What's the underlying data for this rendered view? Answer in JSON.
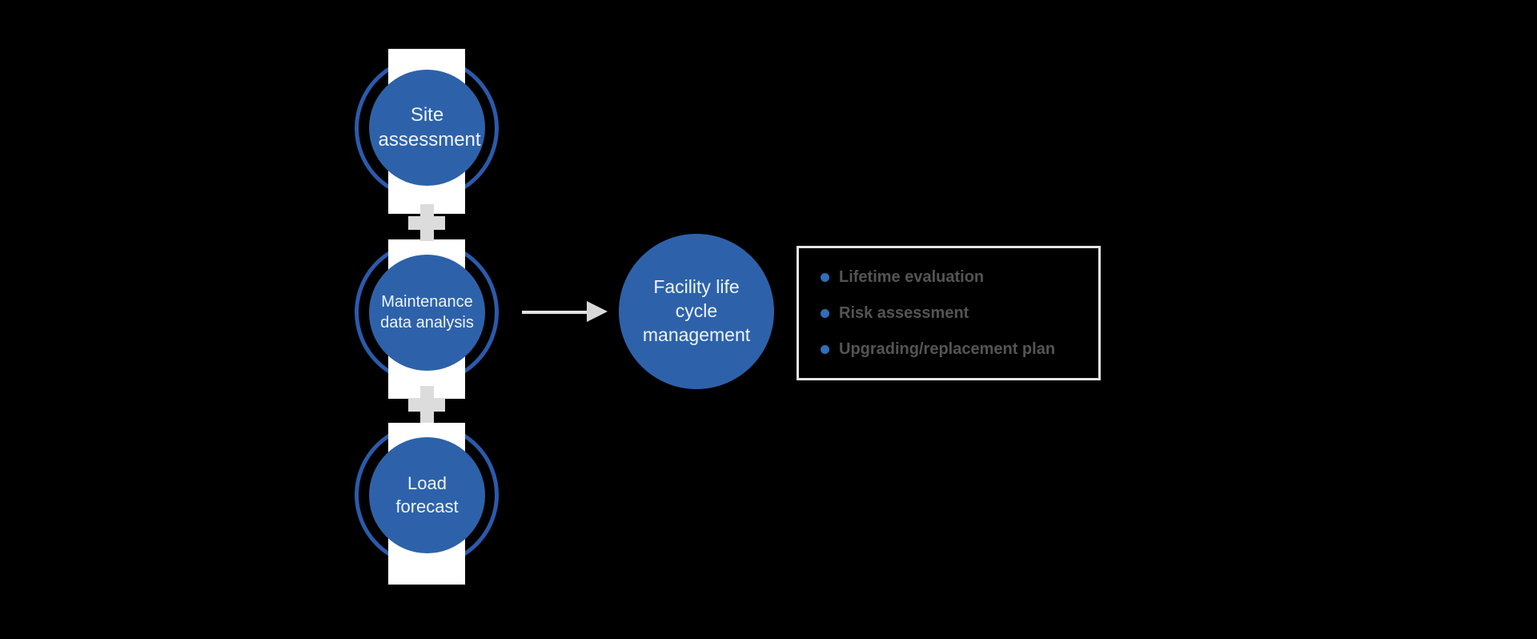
{
  "diagram": {
    "background_color": "#000000",
    "accent_blue": "#2d62aa",
    "ring_blue": "#2b5aab",
    "bullet_blue": "#2e6fb7",
    "plus_gray": "#dcdcdc",
    "arrow_gray": "#d8d8d8",
    "box_border_gray": "#e5e5e5",
    "output_text_gray": "#545454",
    "process_steps": [
      {
        "label": "Site assessment"
      },
      {
        "label": "Maintenance data analysis"
      },
      {
        "label": "Load forecast"
      }
    ],
    "operators": [
      {
        "symbol": "plus"
      },
      {
        "symbol": "plus"
      }
    ],
    "result": {
      "label": "Facility life cycle management"
    },
    "outputs": {
      "items": [
        "Lifetime evaluation",
        "Risk assessment",
        "Upgrading/replacement plan"
      ]
    }
  }
}
